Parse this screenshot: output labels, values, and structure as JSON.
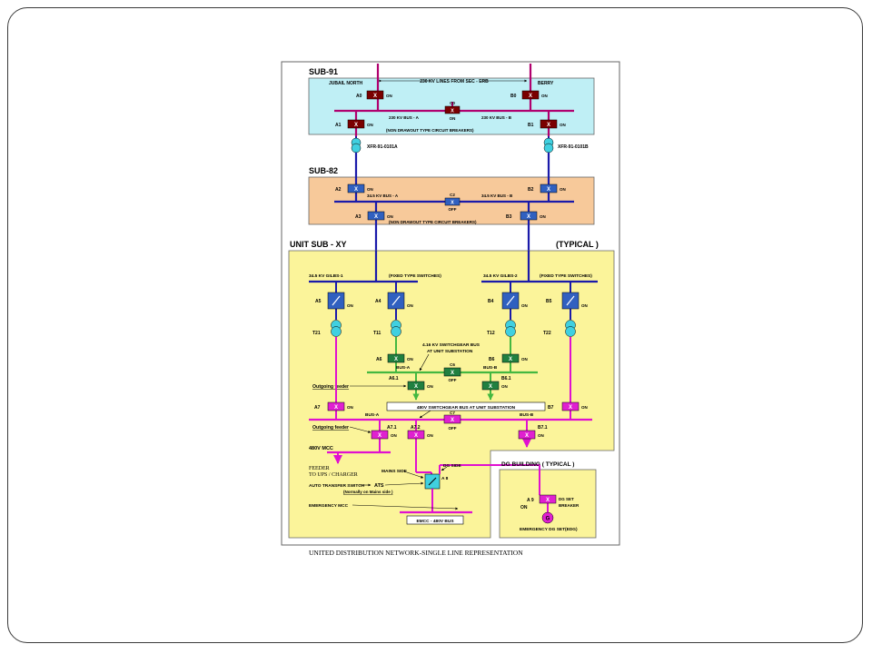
{
  "sub91": {
    "title": "SUB-91",
    "left_line": "JUBAIL NORTH",
    "right_line": "BERRY",
    "lines_label": "230 KV LINES FROM SEC - ERB",
    "bus_a": "230 KV BUS - A",
    "bus_b": "230 KV BUS - B",
    "note": "(NON DRAWOUT TYPE CIRCUIT BREAKERS)",
    "breakers": [
      {
        "name": "A0",
        "state": "ON"
      },
      {
        "name": "B0",
        "state": "ON"
      },
      {
        "name": "C0",
        "state": "ON"
      },
      {
        "name": "A1",
        "state": "ON"
      },
      {
        "name": "B1",
        "state": "ON"
      }
    ],
    "xfr_a": "XFR-91-0101A",
    "xfr_b": "XFR-91-0101B"
  },
  "sub82": {
    "title": "SUB-82",
    "bus_a": "34.5 KV BUS - A",
    "bus_b": "34.5 KV BUS - B",
    "note": "(NON DRAWOUT TYPE CIRCUIT BREAKERS)",
    "breakers": [
      {
        "name": "A2",
        "state": "ON"
      },
      {
        "name": "B2",
        "state": "ON"
      },
      {
        "name": "C2",
        "state": "OFF"
      },
      {
        "name": "A3",
        "state": "ON"
      },
      {
        "name": "B3",
        "state": "ON"
      }
    ]
  },
  "unit_sub": {
    "title": "UNIT SUB - XY",
    "typical": "(TYPICAL )",
    "gilbs1": "34.5 KV GILBS-1",
    "gilbs2": "34.5 KV GILBS-2",
    "fixed_switches": "(FIXED TYPE SWITCHES)",
    "switches": [
      {
        "name": "A5",
        "state": "ON"
      },
      {
        "name": "A4",
        "state": "ON"
      },
      {
        "name": "B4",
        "state": "ON"
      },
      {
        "name": "B5",
        "state": "ON"
      }
    ],
    "transformers": [
      "T21",
      "T11",
      "T12",
      "T22"
    ],
    "swgr_416_line1": "4.16 KV SWITCHGEAR BUS",
    "swgr_416_line2": "AT UNIT SUBSTATION",
    "bus_a": "BUS-A",
    "bus_b": "BUS-B",
    "green_breakers": [
      {
        "name": "A6",
        "state": "ON"
      },
      {
        "name": "C6",
        "state": "OFF"
      },
      {
        "name": "B6",
        "state": "ON"
      },
      {
        "name": "A6.1",
        "state": "ON"
      },
      {
        "name": "B6.1",
        "state": "ON"
      }
    ],
    "outgoing_feeder": "Outgoing feeder",
    "swgr_480": "480V SWITCHGEAR BUS AT UNIT SUBSTATION",
    "magenta_breakers": [
      {
        "name": "A7",
        "state": "ON"
      },
      {
        "name": "B7",
        "state": "ON"
      },
      {
        "name": "C7",
        "state": "OFF"
      },
      {
        "name": "A7.1",
        "state": "ON"
      },
      {
        "name": "A7.2",
        "state": "ON"
      },
      {
        "name": "B7.1",
        "state": "ON"
      }
    ],
    "mcc_480": "480V MCC",
    "feeder_line1": "FEEDER",
    "feeder_line2": "TO UPS / CHARGER",
    "mains_side": "MAINS SIDE",
    "dg_side": "DG SIDE",
    "ats_label": "AUTO TRANSFER SWITCH",
    "ats": "ATS",
    "ats_note": "(Normally on Mains side )",
    "a8": "A 8",
    "emergency_mcc": "EMERGENCY MCC",
    "emcc_bus": "EMCC - 480V BUS"
  },
  "dg_building": {
    "title": "DG BUILDING ( TYPICAL )",
    "breaker": "A 9",
    "state": "ON",
    "breaker_label_1": "DG SET",
    "breaker_label_2": "BREAKER",
    "gen_symbol": "G",
    "gen_label": "EMERGENCY DG SET(EDG)"
  },
  "caption": "UNITED DISTRIBUTION NETWORK-SINGLE LINE REPRESENTATION",
  "colors": {
    "sub91_fill": "#bfeff5",
    "sub82_fill": "#f7c99a",
    "unit_fill": "#fbf49a",
    "line_purple": "#b0006e",
    "line_blue": "#1a1aaa",
    "line_green": "#44b840",
    "line_magenta": "#e010d0",
    "breaker_red": "#7a0000",
    "breaker_blue": "#3060c0",
    "breaker_green": "#208040",
    "breaker_magenta": "#e020d0"
  }
}
